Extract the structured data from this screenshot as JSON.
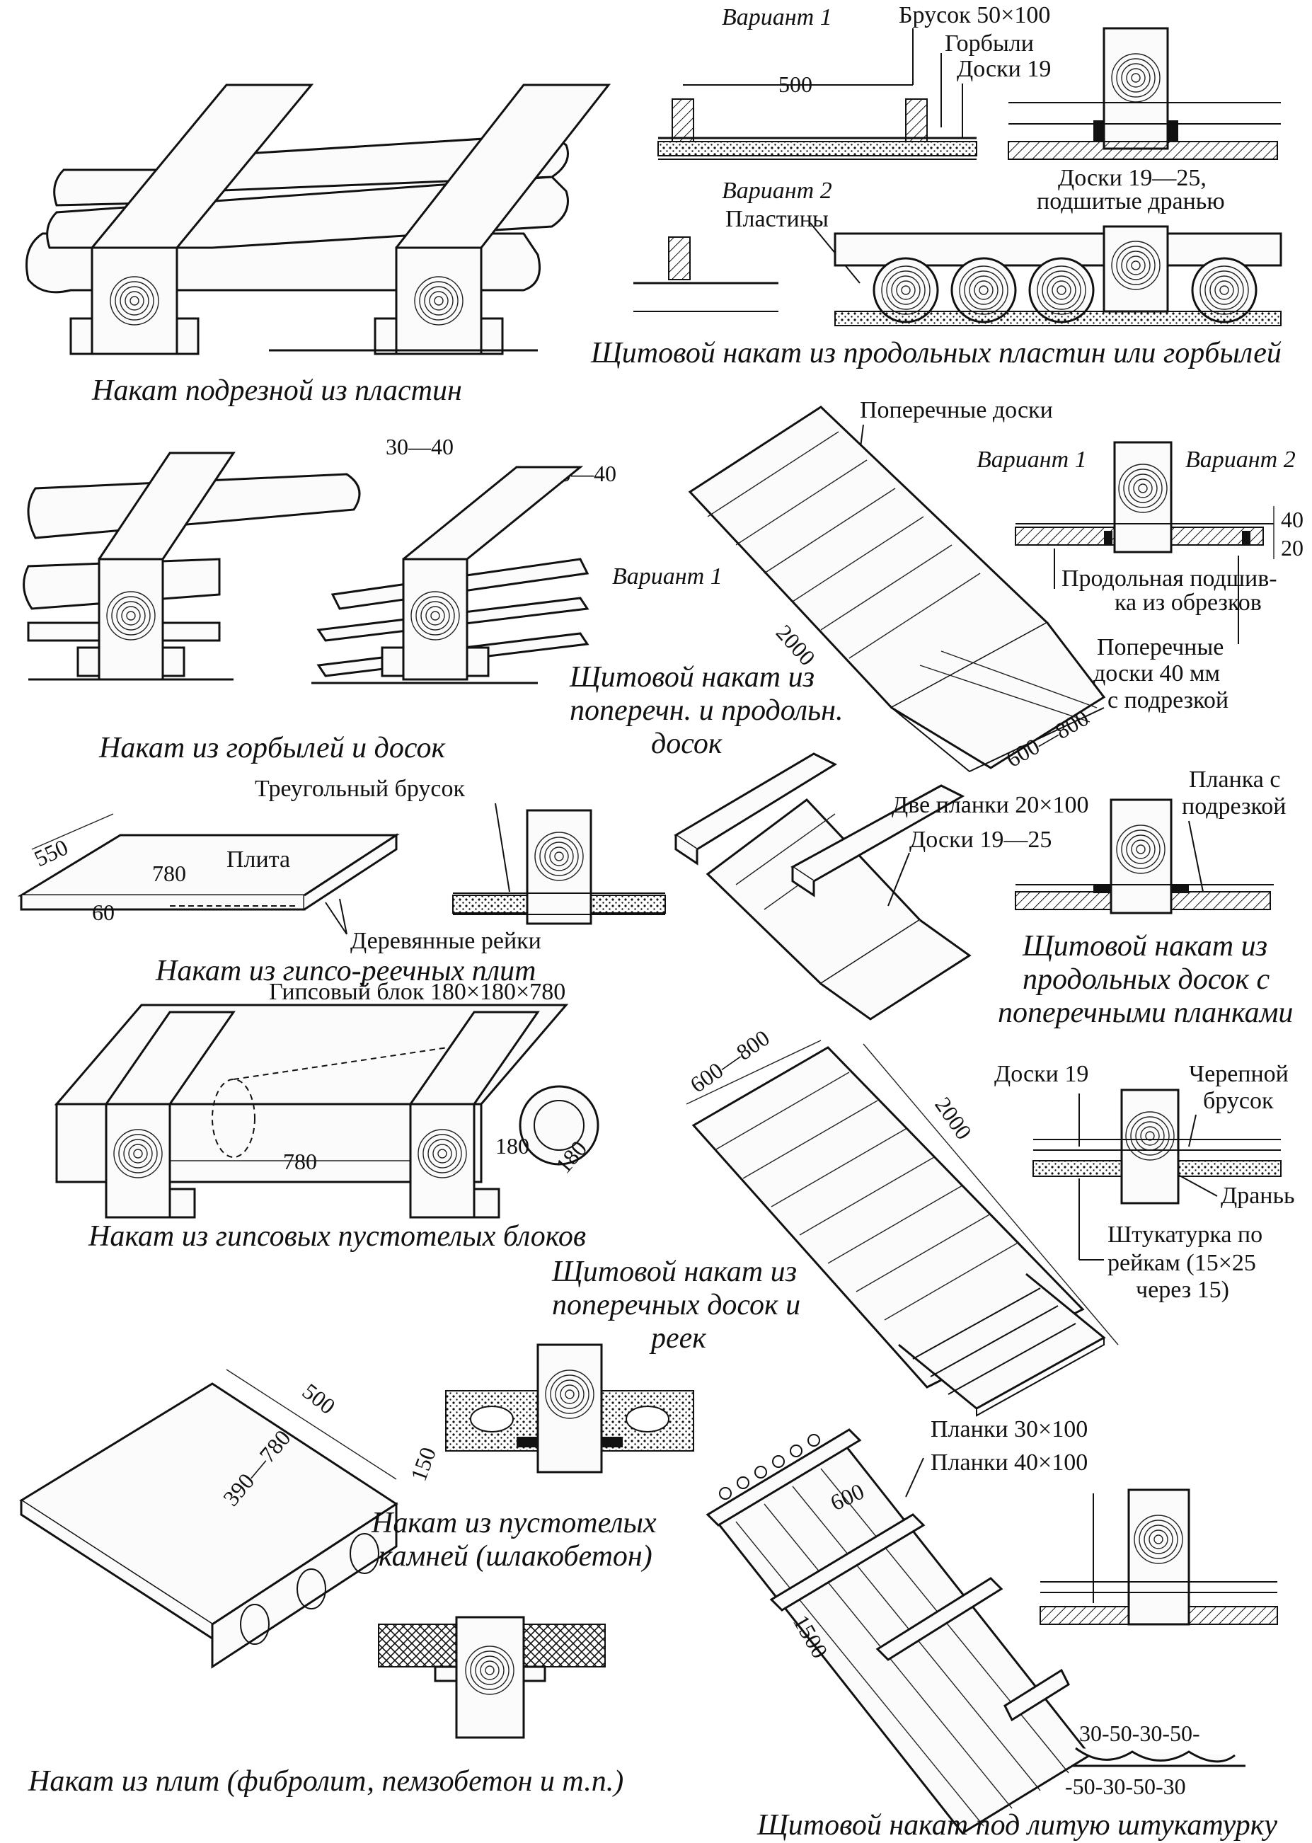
{
  "captions": {
    "nakat_podreznoy": "Накат подрезной из пластин",
    "shchit_prodolnykh_plastin": "Щитовой накат из продольных пластин или горбылей",
    "nakat_gorbyley": "Накат из горбылей и досок",
    "shchit_poperechn_1": "Щитовой накат из",
    "shchit_poperechn_2": "поперечн. и продольн.",
    "shchit_poperechn_3": "досок",
    "nakat_gipso_reech": "Накат из гипсо-реечных плит",
    "shchit_prodolnykh_dosok_1": "Щитовой накат из",
    "shchit_prodolnykh_dosok_2": "продольных досок с",
    "shchit_prodolnykh_dosok_3": "поперечными планками",
    "nakat_gipsovykh": "Накат из гипсовых пустотелых блоков",
    "shchit_poperech_reek_1": "Щитовой накат из",
    "shchit_poperech_reek_2": "поперечных досок и",
    "shchit_poperech_reek_3": "реек",
    "nakat_pustotelykh_1": "Накат из пустотелых",
    "nakat_pustotelykh_2": "камней (шлакобетон)",
    "nakat_plit": "Накат из плит (фибролит, пемзобетон и т.п.)",
    "shchit_litaya": "Щитовой накат под литую штукатурку"
  },
  "labels": {
    "variant1_top": "Вариант 1",
    "brusok": "Брусок 50×100",
    "gorbyli": "Горбыли",
    "doski19_top": "Доски 19",
    "dim500_top": "500",
    "variant2_top": "Вариант 2",
    "plastiny": "Пластины",
    "doski19_25_a": "Доски 19—25,",
    "doski19_25_b": "подшитые дранью",
    "poperechnye_doski": "Поперечные доски",
    "variant1_mid": "Вариант 1",
    "variant2_mid": "Вариант 2",
    "dim40": "40",
    "dim20": "20",
    "prodolnaya_a": "Продольная подшив-",
    "prodolnaya_b": "ка из обрезков",
    "variant1_board": "Вариант 1",
    "dim2000_a": "2000",
    "poperechnye40_a": "Поперечные",
    "poperechnye40_b": "доски 40 мм",
    "poperechnye40_c": "с подрезкой",
    "dim600_800_a": "600—800",
    "dim30_40_a": "30—40",
    "dim30_40_b": "30—40",
    "treugolny": "Треугольный брусок",
    "dim550": "550",
    "plita": "Плита",
    "dim780_a": "780",
    "dim60": "60",
    "derevyannye_reyki": "Деревянные рейки",
    "dve_planki": "Две планки 20×100",
    "doski19_25_c": "Доски 19—25",
    "planka_a": "Планка с",
    "planka_b": "подрезкой",
    "gipsovy_blok": "Гипсовый блок 180×180×780",
    "dim780_b": "780",
    "dim180_a": "180",
    "dim180_b": "180",
    "dim600_800_b": "600—800",
    "dim2000_b": "2000",
    "doski19_b": "Доски 19",
    "cherepnoy_a": "Черепной",
    "cherepnoy_b": "брусок",
    "dran": "Драньь",
    "shtuk_a": "Штукатурка по",
    "shtuk_b": "рейкам (15×25",
    "shtuk_c": "через 15)",
    "dim500_b": "500",
    "dim150": "150",
    "dim390_780": "390—780",
    "planki30": "Планки 30×100",
    "planki40": "Планки 40×100",
    "dim600": "600",
    "dim1500": "1500",
    "dims_top": "30-50-30-50-",
    "dims_bottom": "-50-30-50-30"
  }
}
